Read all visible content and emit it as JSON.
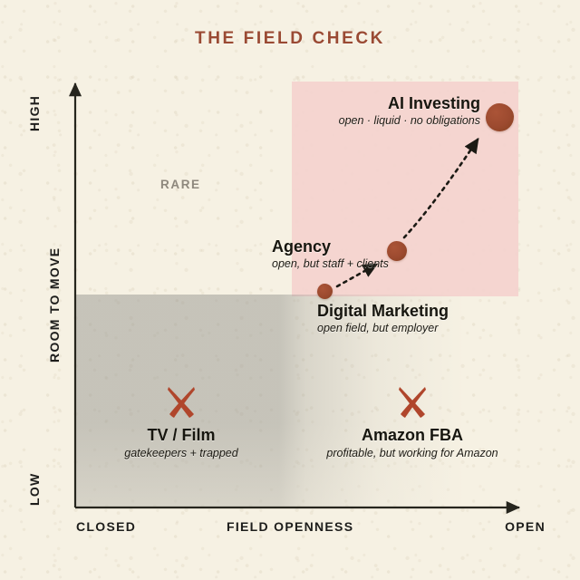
{
  "title": "THE FIELD CHECK",
  "colors": {
    "background": "#f6f1e3",
    "title": "#9a4a33",
    "dot": "#9c4a2f",
    "positive_quadrant": "#f4d3ce",
    "negative_quadrant": "#969690",
    "x_mark": "#b0462c",
    "rare_label": "#8e887d",
    "axis": "#26251d",
    "text": "#17160f"
  },
  "axes": {
    "x": {
      "title": "FIELD OPENNESS",
      "low_label": "CLOSED",
      "high_label": "OPEN"
    },
    "y": {
      "title": "ROOM TO MOVE",
      "low_label": "LOW",
      "high_label": "HIGH"
    }
  },
  "annotations": {
    "rare": "RARE"
  },
  "chart_data": {
    "type": "scatter",
    "title": "THE FIELD CHECK",
    "xlabel": "FIELD OPENNESS",
    "ylabel": "ROOM TO MOVE",
    "xlim": [
      0,
      100
    ],
    "ylim": [
      0,
      100
    ],
    "xtick_labels": [
      "CLOSED",
      "OPEN"
    ],
    "ytick_labels": [
      "LOW",
      "HIGH"
    ],
    "grid": false,
    "legend": "none",
    "quadrants": [
      {
        "name": "top-left",
        "label": "RARE",
        "fill": "none"
      },
      {
        "name": "top-right",
        "label": "",
        "fill": "#f4d3ce"
      },
      {
        "name": "bottom",
        "label": "",
        "fill": "#969690"
      }
    ],
    "points": [
      {
        "name": "Digital Marketing",
        "subtitle": "open field, but employer",
        "x": 57,
        "y": 49,
        "marker_size": 17,
        "marked_out": false
      },
      {
        "name": "Agency",
        "subtitle": "open, but staff + clients",
        "x": 73,
        "y": 60,
        "marker_size": 22,
        "marked_out": false
      },
      {
        "name": "AI Investing",
        "subtitle": "open · liquid · no obligations",
        "x": 96,
        "y": 92,
        "marker_size": 31,
        "marked_out": false
      },
      {
        "name": "TV / Film",
        "subtitle": "gatekeepers + trapped",
        "x": 24,
        "y": 19,
        "marker_size": 0,
        "marked_out": true
      },
      {
        "name": "Amazon FBA",
        "subtitle": "profitable, but working for Amazon",
        "x": 73,
        "y": 19,
        "marker_size": 0,
        "marked_out": true
      }
    ],
    "arrows": [
      {
        "from": "Digital Marketing",
        "to": "Agency",
        "style": "dashed"
      },
      {
        "from": "Agency",
        "to": "AI Investing",
        "style": "dashed"
      }
    ]
  }
}
